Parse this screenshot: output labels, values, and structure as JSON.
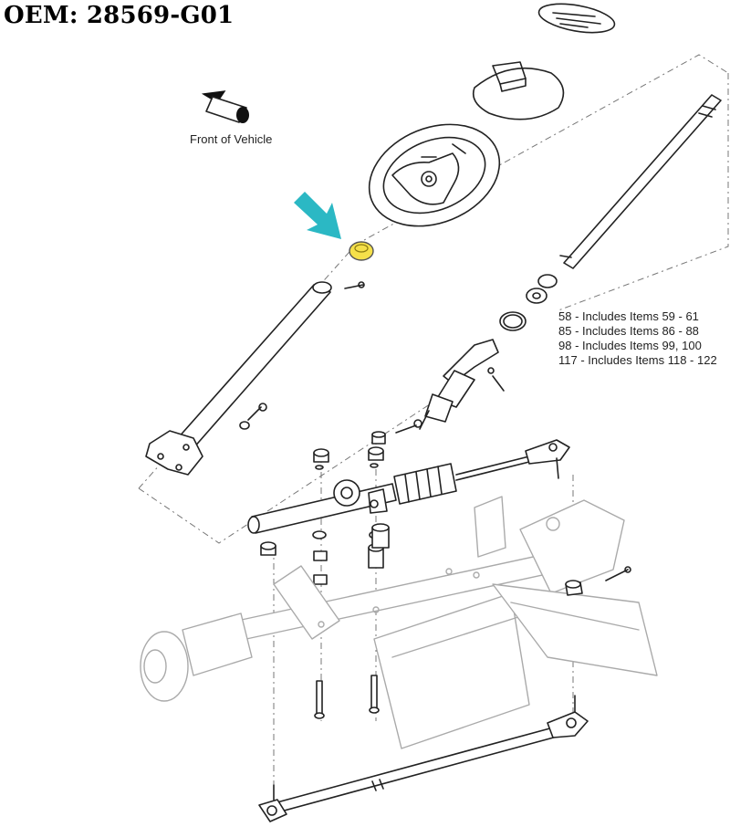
{
  "header": {
    "title": "OEM: 28569-G01"
  },
  "diagram": {
    "front_label": "Front of Vehicle",
    "highlight_color": "#f5e04a",
    "pointer_color": "#2bb8c4",
    "legend": [
      "58 - Includes Items 59 - 61",
      "85 - Includes Items 86 - 88",
      "98 - Includes Items 99, 100",
      "117 - Includes Items 118 - 122"
    ]
  }
}
